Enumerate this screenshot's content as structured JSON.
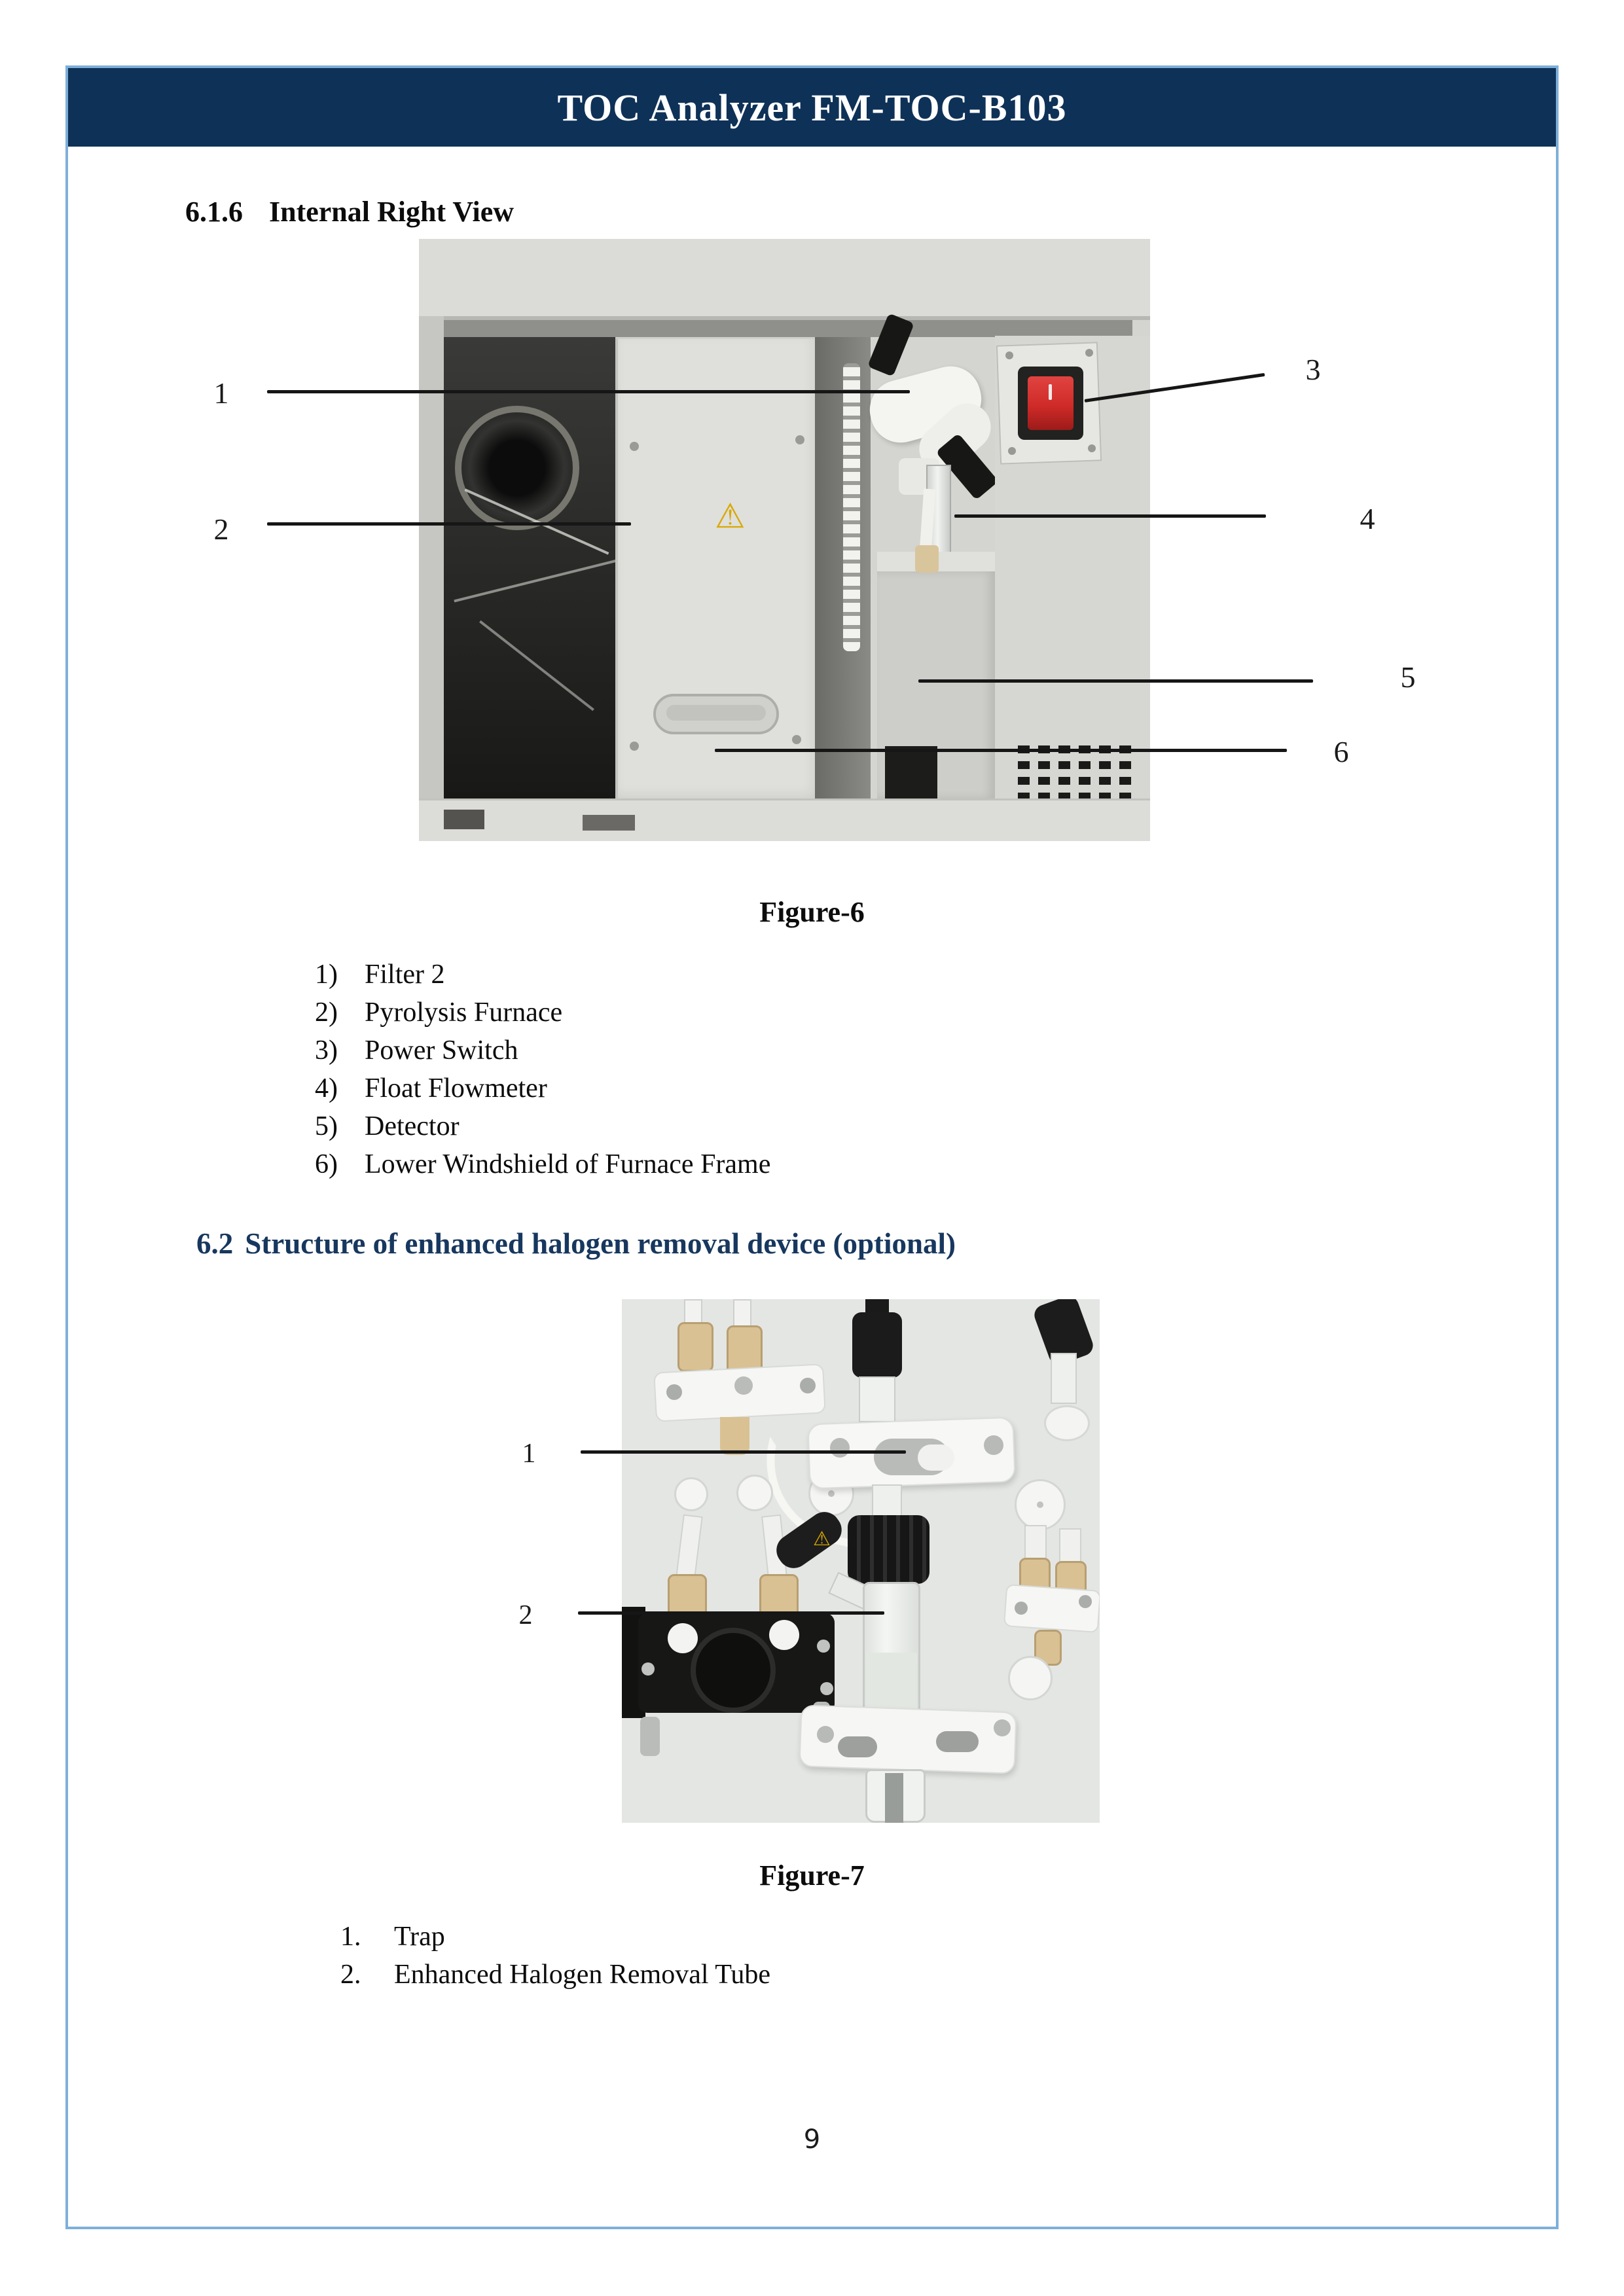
{
  "header": {
    "title": "TOC Analyzer FM-TOC-B103"
  },
  "section_616": {
    "number": "6.1.6",
    "title": "Internal Right View"
  },
  "figure6": {
    "caption": "Figure-6",
    "callouts": {
      "c1": "1",
      "c2": "2",
      "c3": "3",
      "c4": "4",
      "c5": "5",
      "c6": "6"
    },
    "legend": [
      {
        "num": "1)",
        "label": "Filter 2"
      },
      {
        "num": "2)",
        "label": "Pyrolysis Furnace"
      },
      {
        "num": "3)",
        "label": "Power Switch"
      },
      {
        "num": "4)",
        "label": "Float Flowmeter"
      },
      {
        "num": "5)",
        "label": "Detector"
      },
      {
        "num": "6)",
        "label": "Lower Windshield of Furnace Frame"
      }
    ]
  },
  "section_62": {
    "number": "6.2",
    "title": "Structure of enhanced halogen removal device (optional)"
  },
  "figure7": {
    "caption": "Figure-7",
    "callouts": {
      "c1": "1",
      "c2": "2"
    },
    "legend": [
      {
        "num": "1.",
        "label": "Trap"
      },
      {
        "num": "2.",
        "label": "Enhanced Halogen Removal Tube"
      }
    ]
  },
  "page": {
    "number": "9"
  },
  "icons": {
    "warning": "⚠"
  },
  "colors": {
    "header_navy": "#0e3157",
    "section_heading_blue": "#17375e",
    "page_border_blue": "#7eafd9",
    "callout_black": "#161616",
    "warning_yellow": "#d8a800",
    "power_switch_red": "#cf2b28"
  }
}
